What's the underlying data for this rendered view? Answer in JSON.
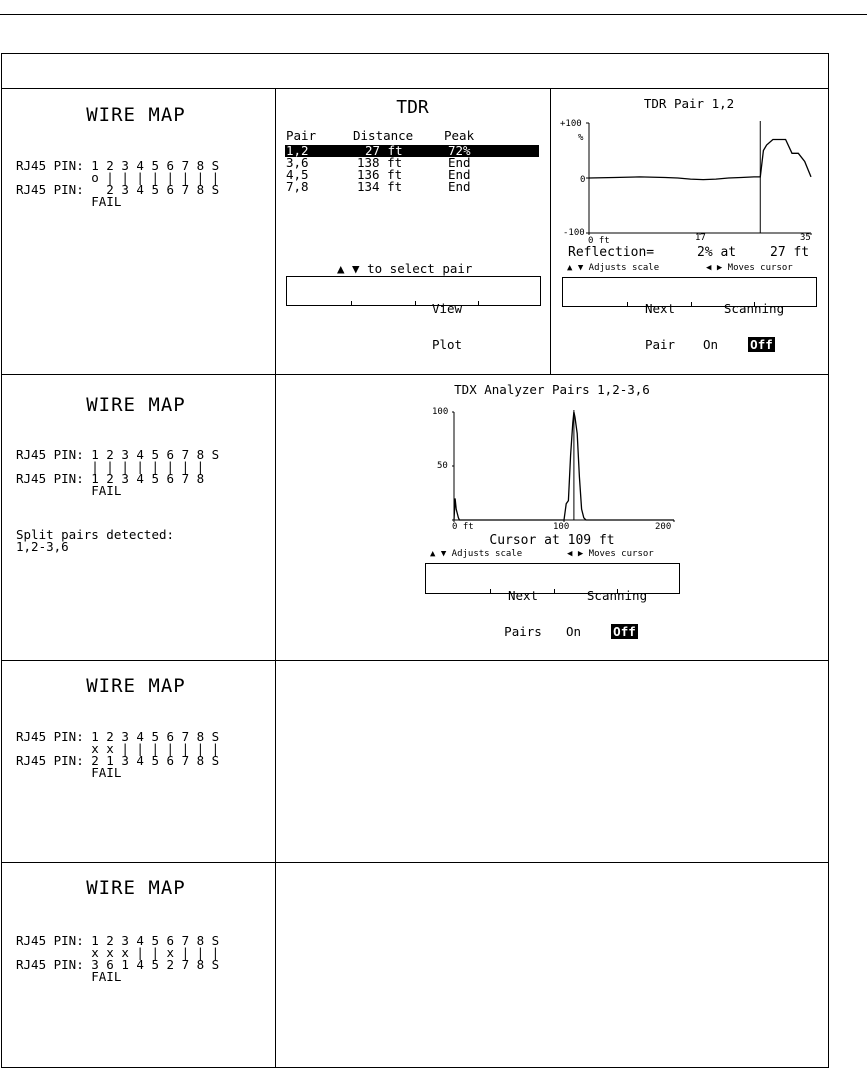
{
  "wire_maps": [
    {
      "title": "WIRE MAP",
      "top_line": "RJ45 PIN: 1 2 3 4 5 6 7 8 S",
      "mid_line": "          o | | | | | | | |",
      "bottom_line": "RJ45 PIN:   2 3 4 5 6 7 8 S",
      "result": "          FAIL"
    },
    {
      "title": "WIRE MAP",
      "top_line": "RJ45 PIN: 1 2 3 4 5 6 7 8 S",
      "mid_line": "          | | | | | | | |",
      "bottom_line": "RJ45 PIN: 1 2 3 4 5 6 7 8",
      "result": "          FAIL",
      "note_1": "Split pairs detected:",
      "note_2": "1,2-3,6"
    },
    {
      "title": "WIRE MAP",
      "top_line": "RJ45 PIN: 1 2 3 4 5 6 7 8 S",
      "mid_line": "          x x | | | | | | |",
      "bottom_line": "RJ45 PIN: 2 1 3 4 5 6 7 8 S",
      "result": "          FAIL"
    },
    {
      "title": "WIRE MAP",
      "top_line": "RJ45 PIN: 1 2 3 4 5 6 7 8 S",
      "mid_line": "          x x x | | x | | |",
      "bottom_line": "RJ45 PIN: 3 6 1 4 5 2 7 8 S",
      "result": "          FAIL"
    }
  ],
  "tdr_table": {
    "title": "TDR",
    "headers": [
      "Pair",
      "Distance",
      "Peak"
    ],
    "rows": [
      {
        "pair": "1,2",
        "distance": "27 ft",
        "peak": "72%"
      },
      {
        "pair": "3,6",
        "distance": "138 ft",
        "peak": "End"
      },
      {
        "pair": "4,5",
        "distance": "136 ft",
        "peak": "End"
      },
      {
        "pair": "7,8",
        "distance": "134 ft",
        "peak": "End"
      }
    ],
    "hint": "▲ ▼ to select pair",
    "softkey_view": "View",
    "softkey_plot": "Plot"
  },
  "tdr_plot": {
    "title": "TDR Pair 1,2",
    "y_top": "+100",
    "y_unit": "%",
    "y_mid": "0",
    "y_bottom": "-100",
    "x_start": "0 ft",
    "x_mid": "17",
    "x_end": "35",
    "reflection_label": "Reflection=",
    "reflection_value": "2% at",
    "reflection_dist": "27 ft",
    "hint_left": "▲ ▼ Adjusts scale",
    "hint_right": "◀ ▶ Moves cursor",
    "softkey_next_1": "Next",
    "softkey_next_2": "Pair",
    "softkey_scan": "Scanning",
    "softkey_on": "On",
    "softkey_off": "Off"
  },
  "tdx_plot": {
    "title": "TDX Analyzer Pairs 1,2-3,6",
    "y_top": "100",
    "y_mid": "50",
    "x_start": "0 ft",
    "x_mid": "100",
    "x_end": "200",
    "cursor_text": "Cursor at 109 ft",
    "hint_left": "▲ ▼ Adjusts scale",
    "hint_right": "◀ ▶ Moves cursor",
    "softkey_next_1": "Next",
    "softkey_next_2": "Pairs",
    "softkey_scan": "Scanning",
    "softkey_on": "On",
    "softkey_off": "Off"
  },
  "chart_data": [
    {
      "type": "line",
      "title": "TDR Pair 1,2",
      "xlabel": "",
      "ylabel": "%",
      "xlim": [
        0,
        35
      ],
      "ylim": [
        -100,
        100
      ],
      "x": [
        0,
        4,
        8,
        12,
        14,
        16,
        18,
        20,
        22,
        24,
        26,
        27,
        27.5,
        28,
        29,
        31,
        32,
        33,
        34,
        35
      ],
      "values": [
        0,
        1,
        2,
        1,
        0,
        -2,
        -3,
        -2,
        0,
        1,
        2,
        2,
        50,
        60,
        70,
        70,
        45,
        45,
        30,
        2
      ],
      "cursor_x": 27
    },
    {
      "type": "line",
      "title": "TDX Analyzer Pairs 1,2-3,6",
      "xlabel": "",
      "ylabel": "",
      "xlim": [
        0,
        200
      ],
      "ylim": [
        0,
        100
      ],
      "x": [
        0,
        1,
        2,
        3,
        4,
        5,
        10,
        50,
        90,
        100,
        102,
        104,
        106,
        108,
        109,
        110,
        112,
        114,
        116,
        118,
        120,
        140,
        200
      ],
      "values": [
        0,
        20,
        10,
        6,
        2,
        0,
        0,
        0,
        0,
        0,
        15,
        18,
        60,
        90,
        100,
        95,
        80,
        40,
        10,
        2,
        0,
        0,
        0
      ],
      "cursor_x": 109
    }
  ]
}
